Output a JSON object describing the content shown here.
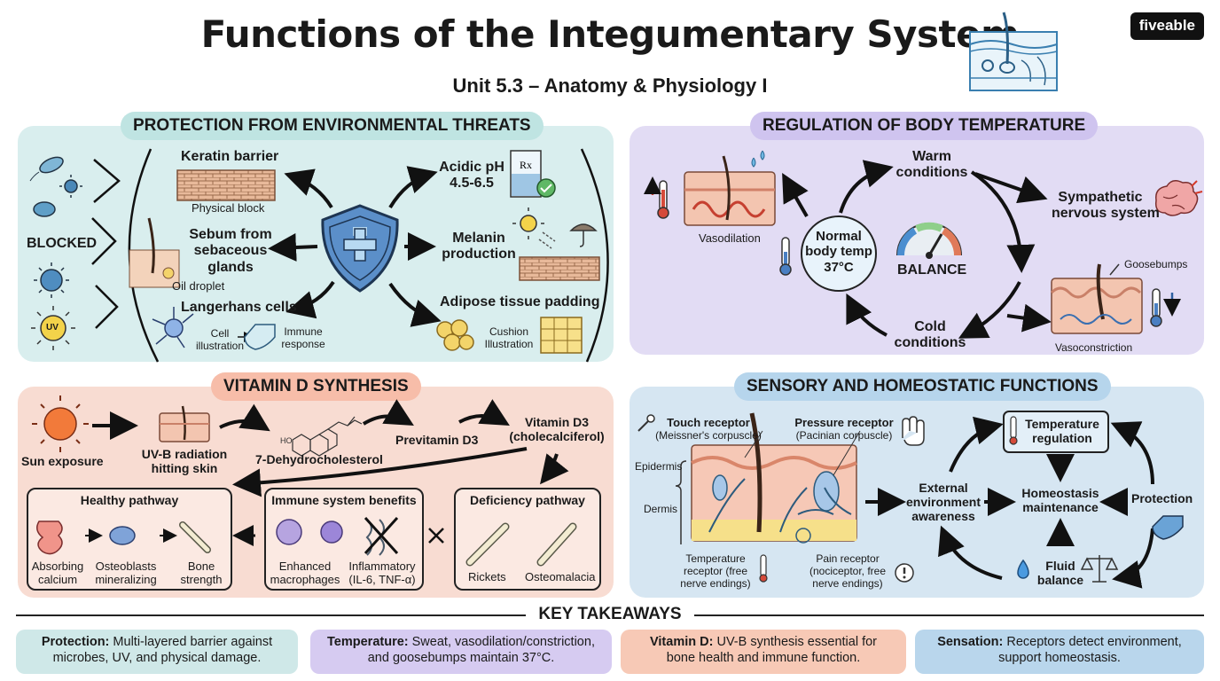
{
  "header": {
    "title": "Functions of the Integumentary System",
    "subtitle": "Unit 5.3 – Anatomy & Physiology I",
    "brand": "fiveable"
  },
  "protection": {
    "heading": "PROTECTION FROM ENVIRONMENTAL THREATS",
    "blocked": "BLOCKED",
    "uv_badge": "UV",
    "rx_mark": "Rx",
    "keratin": {
      "title": "Keratin barrier",
      "caption": "Physical block"
    },
    "sebum": {
      "title": "Sebum from sebaceous glands",
      "title_lines": [
        "Sebum from",
        "sebaceous",
        "glands"
      ],
      "caption": "Oil droplet"
    },
    "langerhans": {
      "title": "Langerhans cells",
      "caption1": "Cell illustration",
      "caption1_lines": [
        "Cell",
        "illustration"
      ],
      "caption2": "Immune response",
      "caption2_lines": [
        "Immune",
        "response"
      ]
    },
    "acidic": {
      "title": "Acidic pH 4.5-6.5",
      "title_lines": [
        "Acidic pH",
        "4.5-6.5"
      ]
    },
    "melanin": {
      "title": "Melanin production",
      "title_lines": [
        "Melanin",
        "production"
      ]
    },
    "adipose": {
      "title": "Adipose tissue padding",
      "caption1": "Cushion Illustration",
      "caption1_lines": [
        "Cushion",
        "Illustration"
      ]
    }
  },
  "temperature": {
    "heading": "REGULATION OF BODY TEMPERATURE",
    "vasodilation": "Vasodilation",
    "normal": "Normal body temp 37°C",
    "normal_lines": [
      "Normal",
      "body temp",
      "37°C"
    ],
    "warm": "Warm conditions",
    "warm_lines": [
      "Warm",
      "conditions"
    ],
    "cold": "Cold conditions",
    "cold_lines": [
      "Cold",
      "conditions"
    ],
    "balance": "BALANCE",
    "sympathetic": "Sympathetic nervous system",
    "sympathetic_lines": [
      "Sympathetic",
      "nervous system"
    ],
    "goosebumps": "Goosebumps",
    "vasoconstriction": "Vasoconstriction"
  },
  "vitamin_d": {
    "heading": "VITAMIN D SYNTHESIS",
    "sun": "Sun exposure",
    "uvb": "UV-B radiation hitting skin",
    "uvb_lines": [
      "UV-B radiation",
      "hitting skin"
    ],
    "dehydro": "7-Dehydrocholesterol",
    "ho_label": "HO",
    "previtamin": "Previtamin D3",
    "vitamin": "Vitamin D3 (cholecalciferol)",
    "vitamin_lines": [
      "Vitamin D3",
      "(cholecalciferol)"
    ],
    "healthy": {
      "title": "Healthy pathway",
      "items": [
        {
          "label": "Absorbing calcium",
          "lines": [
            "Absorbing",
            "calcium"
          ]
        },
        {
          "label": "Osteoblasts mineralizing",
          "lines": [
            "Osteoblasts",
            "mineralizing"
          ]
        },
        {
          "label": "Bone strength",
          "lines": [
            "Bone",
            "strength"
          ]
        }
      ]
    },
    "immune": {
      "title": "Immune system benefits",
      "items": [
        {
          "label": "Enhanced macrophages",
          "lines": [
            "Enhanced",
            "macrophages"
          ]
        },
        {
          "label": "Inflammatory (IL-6, TNF-α)",
          "lines": [
            "Inflammatory",
            "(IL-6, TNF-α)"
          ]
        }
      ]
    },
    "deficiency": {
      "title": "Deficiency pathway",
      "items": [
        {
          "label": "Rickets"
        },
        {
          "label": "Osteomalacia"
        }
      ]
    }
  },
  "sensory": {
    "heading": "SENSORY AND HOMEOSTATIC FUNCTIONS",
    "touch": "Touch receptor (Meissner's corpuscle)",
    "touch_lines": [
      "Touch receptor",
      "(Meissner's corpuscle)"
    ],
    "pressure": "Pressure receptor (Pacinian corpuscle)",
    "pressure_lines": [
      "Pressure receptor",
      "(Pacinian corpuscle)"
    ],
    "epidermis": "Epidermis",
    "dermis": "Dermis",
    "temp_receptor": "Temperature receptor (free nerve endings)",
    "temp_receptor_lines": [
      "Temperature",
      "receptor (free",
      "nerve endings)"
    ],
    "pain_receptor": "Pain receptor (nociceptor, free nerve endings)",
    "pain_receptor_lines": [
      "Pain receptor",
      "(nociceptor, free",
      "nerve endings)"
    ],
    "external": "External environment awareness",
    "external_lines": [
      "External",
      "environment",
      "awareness"
    ],
    "homeostasis": "Homeostasis maintenance",
    "homeostasis_lines": [
      "Homeostasis",
      "maintenance"
    ],
    "temp_reg": "Temperature regulation",
    "temp_reg_lines": [
      "Temperature",
      "regulation"
    ],
    "protection": "Protection",
    "fluid": "Fluid balance",
    "fluid_lines": [
      "Fluid",
      "balance"
    ]
  },
  "takeaways": {
    "heading": "KEY TAKEAWAYS",
    "items": [
      {
        "label": "Protection:",
        "text": "Multi-layered barrier against",
        "text2": "microbes, UV, and physical damage."
      },
      {
        "label": "Temperature:",
        "text": "Sweat, vasodilation/constriction,",
        "text2": "and goosebumps maintain 37°C."
      },
      {
        "label": "Vitamin D:",
        "text": "UV-B synthesis essential for",
        "text2": "bone health and immune function."
      },
      {
        "label": "Sensation:",
        "text": "Receptors detect environment,",
        "text2": "support homeostasis."
      }
    ]
  },
  "colors": {
    "protection_bg": "#d9eeee",
    "temperature_bg": "#e2dcf4",
    "vitamin_bg": "#f8dcd2",
    "sensory_bg": "#d6e6f2",
    "shield": "#5b8fc9"
  },
  "icons": [
    "skin-cross-section-icon",
    "bacteria-icon",
    "virus-icon",
    "sun-icon",
    "shield-icon",
    "beaker-icon",
    "umbrella-icon",
    "thermometer-icon",
    "gauge-icon",
    "brain-icon",
    "bone-icon",
    "macrophage-icon",
    "intestine-icon",
    "hand-icon",
    "water-drop-icon",
    "scale-icon",
    "warning-icon"
  ]
}
